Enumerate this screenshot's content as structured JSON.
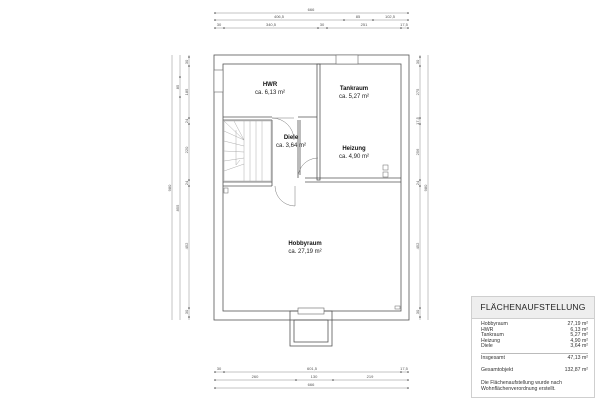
{
  "plan": {
    "rooms": [
      {
        "name": "HWR",
        "area": "ca. 6,13 m²"
      },
      {
        "name": "Tankraum",
        "area": "ca. 5,27 m²"
      },
      {
        "name": "Diele",
        "area": "ca. 3,64 m²"
      },
      {
        "name": "Heizung",
        "area": "ca. 4,90 m²"
      },
      {
        "name": "Hobbyraum",
        "area": "ca. 27,19 m²"
      }
    ],
    "dimensions": {
      "top": {
        "row1": [
          "666"
        ],
        "row2": [
          "406,5",
          "85",
          "102,5"
        ],
        "row3": [
          "30",
          "340,5",
          "30",
          "251",
          "17,5"
        ]
      },
      "bottom": {
        "row1": [
          "30",
          "601,5",
          "17,5"
        ],
        "row2": [
          "260",
          "130",
          "219"
        ],
        "row3": [
          "666"
        ]
      },
      "left": {
        "outer": "980",
        "middle": [
          "",
          "85",
          "855"
        ],
        "inner": [
          "30",
          "185",
          "24",
          "220",
          "24",
          "452",
          "30"
        ]
      },
      "right": {
        "outer": "980",
        "inner": [
          "30",
          "275",
          "17,5",
          "256",
          "24",
          "452",
          "30"
        ]
      }
    }
  },
  "legend": {
    "title": "FLÄCHENAUFSTELLUNG",
    "items": [
      {
        "label": "Hobbyraum",
        "value": "27,19 m²"
      },
      {
        "label": "HWR",
        "value": "6,13 m²"
      },
      {
        "label": "Tankraum",
        "value": "5,27 m²"
      },
      {
        "label": "Heizung",
        "value": "4,90 m²"
      },
      {
        "label": "Diele",
        "value": "3,64 m²"
      }
    ],
    "total_label": "Insgesamt",
    "total_value": "47,13 m²",
    "object_label": "Gesamtobjekt",
    "object_value": "132,87 m²",
    "note": "Die Flächenaufstellung wurde nach Wohnflächenverordnung erstellt."
  }
}
